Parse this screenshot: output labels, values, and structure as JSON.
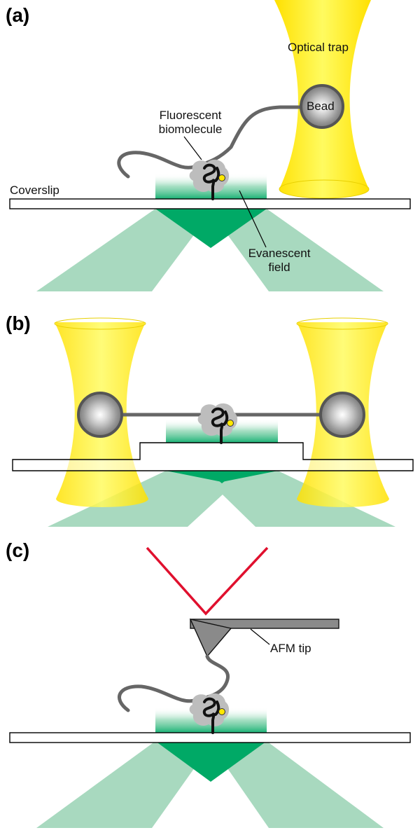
{
  "panels": {
    "a": {
      "label": "(a)",
      "optical_trap": "Optical trap",
      "bead": "Bead",
      "fluorescent_line1": "Fluorescent",
      "fluorescent_line2": "biomolecule",
      "coverslip": "Coverslip",
      "evanescent_line1": "Evanescent",
      "evanescent_line2": "field"
    },
    "b": {
      "label": "(b)"
    },
    "c": {
      "label": "(c)",
      "afm_tip": "AFM tip"
    }
  },
  "colors": {
    "trap_yellow": "#ffee00",
    "evanescent_dark": "#00a966",
    "beam_green": "#a8d9bf",
    "tether_gray": "#666666",
    "laser_red": "#e0102e",
    "cantilever_gray": "#8a8a8a"
  }
}
